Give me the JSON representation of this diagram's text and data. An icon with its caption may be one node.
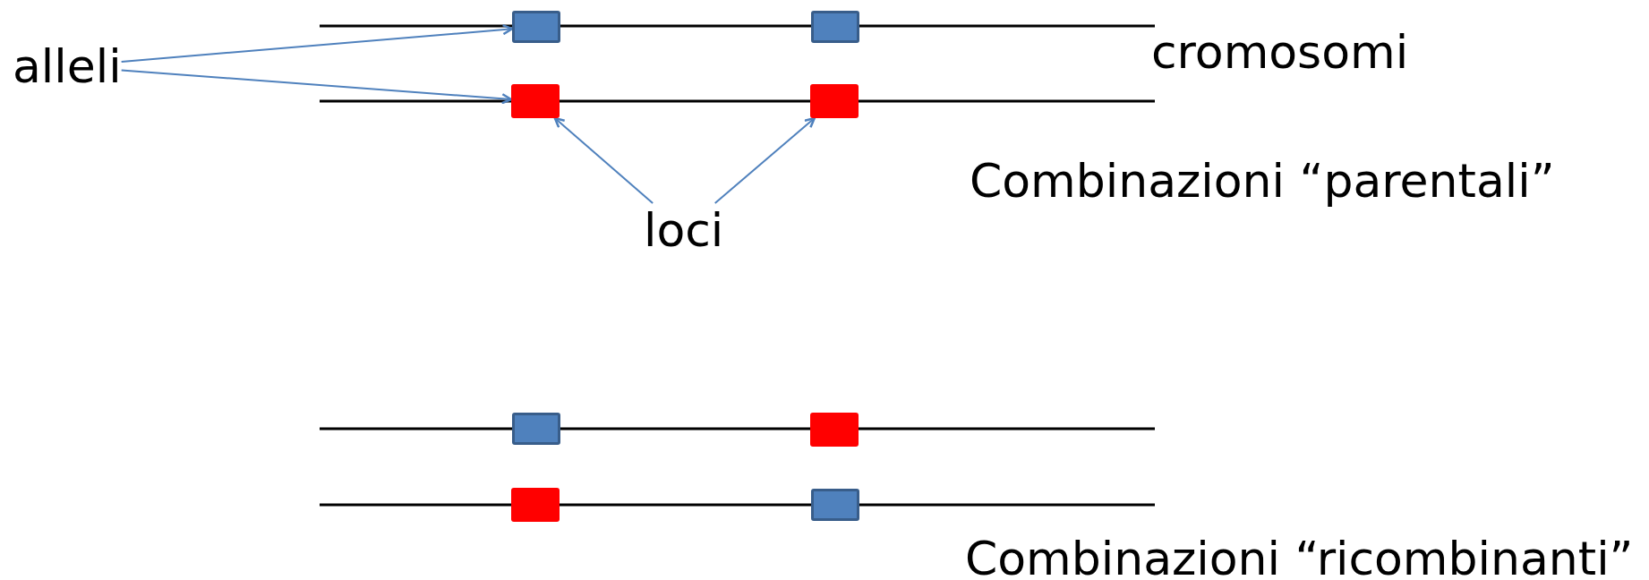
{
  "diagram": {
    "nodes": [
      {
        "text": [],
        "shape": "box"
      },
      {
        "text": [],
        "shape": "box"
      },
      {
        "text": [
          "alleli"
        ]
      },
      {
        "text": [],
        "shape": "box"
      },
      {
        "text": [],
        "shape": "box"
      },
      {
        "text": [
          "loci"
        ]
      },
      {
        "text": [],
        "shape": "box"
      },
      {
        "text": [],
        "shape": "box"
      },
      {
        "text": [],
        "shape": "box"
      },
      {
        "text": [],
        "shape": "box"
      }
    ],
    "edges": [
      {
        "from": 2,
        "to": 0,
        "arrow": "to"
      },
      {
        "from": 2,
        "to": 3,
        "arrow": "to"
      },
      {
        "from": 5,
        "to": 3,
        "arrow": "to"
      },
      {
        "from": 5,
        "to": 4,
        "arrow": "to"
      }
    ],
    "labels": [
      "cromosomi",
      "Combinazioni “parentali”",
      "Combinazioni “ricombinanti”"
    ]
  }
}
